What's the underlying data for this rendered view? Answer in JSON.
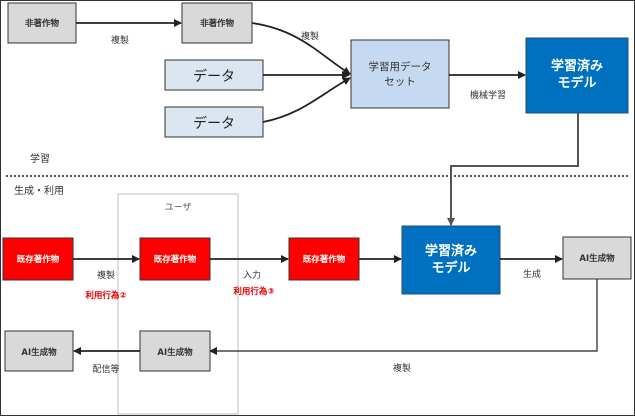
{
  "diagram": {
    "sections": {
      "learning": "学習",
      "generation": "生成・利用"
    },
    "user_group": "ユーザ",
    "learning_nodes": {
      "non_copyrighted_1": "非著作物",
      "non_copyrighted_2": "非著作物",
      "data_1": "データ",
      "data_2": "データ",
      "dataset_line1": "学習用データ",
      "dataset_line2": "セット",
      "trained_model_line1": "学習済み",
      "trained_model_line2": "モデル"
    },
    "learning_edges": {
      "copy_1": "複製",
      "copy_2": "複製",
      "machine_learning": "機械学習"
    },
    "generation_nodes": {
      "existing_work_1": "既存著作物",
      "existing_work_2": "既存著作物",
      "existing_work_3": "既存著作物",
      "trained_model_line1": "学習済み",
      "trained_model_line2": "モデル",
      "ai_output_1": "AI生成物",
      "ai_output_2": "AI生成物",
      "ai_output_3": "AI生成物"
    },
    "generation_edges": {
      "copy": "複製",
      "use_act_2": "利用行為②",
      "input": "入力",
      "use_act_3": "利用行為③",
      "generate": "生成",
      "copy_back": "複製",
      "distribute": "配信等"
    }
  }
}
